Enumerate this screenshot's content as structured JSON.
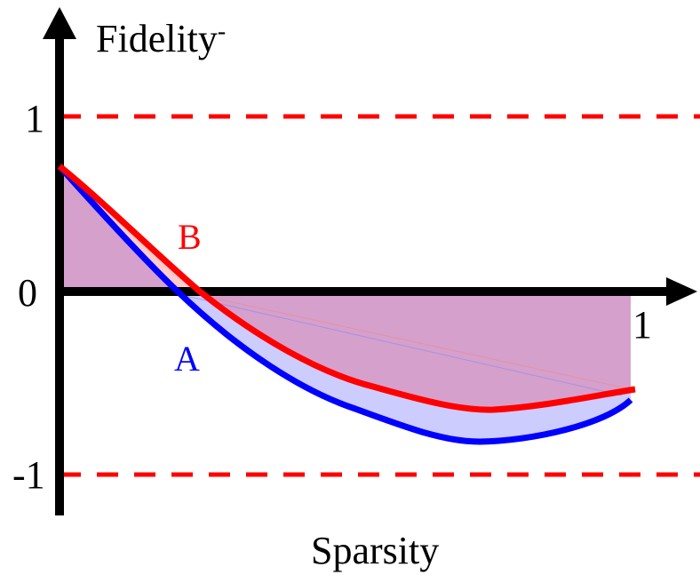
{
  "chart_data": {
    "type": "line",
    "title": "",
    "xlabel": "Sparsity",
    "ylabel": "Fidelity",
    "ylabel_superscript": "-",
    "xlim": [
      0,
      1
    ],
    "ylim": [
      -1,
      1
    ],
    "y_ticks": [
      "1",
      "0",
      "-1"
    ],
    "x_ticks": [
      "1"
    ],
    "reference_lines": [
      {
        "y": 1,
        "style": "dashed",
        "color": "#ff0000"
      },
      {
        "y": -1,
        "style": "dashed",
        "color": "#ff0000"
      }
    ],
    "series": [
      {
        "name": "A",
        "color": "#0000ff",
        "fill": "#ccccff",
        "x": [
          0,
          0.21,
          0.52,
          0.73,
          1.0
        ],
        "y": [
          0.7,
          0.0,
          -0.65,
          -0.83,
          -0.6
        ]
      },
      {
        "name": "B",
        "color": "#ff0000",
        "fill": "#ffcccc",
        "x": [
          0,
          0.25,
          0.55,
          0.75,
          1.0
        ],
        "y": [
          0.7,
          0.0,
          -0.53,
          -0.66,
          -0.55
        ]
      }
    ],
    "annotations": [
      "A",
      "B"
    ],
    "shaded_area_overlap_color": "#d5a0cc",
    "grid": false,
    "legend": "none"
  },
  "labels": {
    "ylabel": "Fidelity",
    "ylabel_sup": "-",
    "xlabel": "Sparsity",
    "tick_y1": "1",
    "tick_y0": "0",
    "tick_ym1": "-1",
    "tick_x1": "1",
    "curve_a": "A",
    "curve_b": "B"
  }
}
